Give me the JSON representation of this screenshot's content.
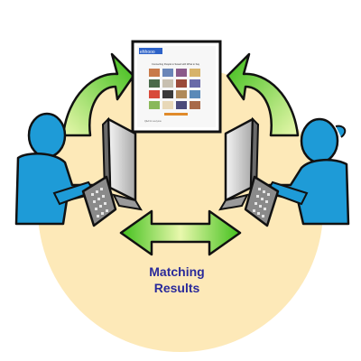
{
  "diagram": {
    "caption_line1": "Matching",
    "caption_line2": "Results",
    "screen": {
      "logo": "ehhooo",
      "heading": "Connecting People to Saved with What to Say",
      "footer": "Q&A for everyone"
    },
    "colors": {
      "background_circle": "#fde9b8",
      "person": "#1e9bd7",
      "arrow_green_dark": "#3fbf1a",
      "arrow_green_light": "#e8f7a8",
      "caption": "#2a2a9a"
    }
  }
}
